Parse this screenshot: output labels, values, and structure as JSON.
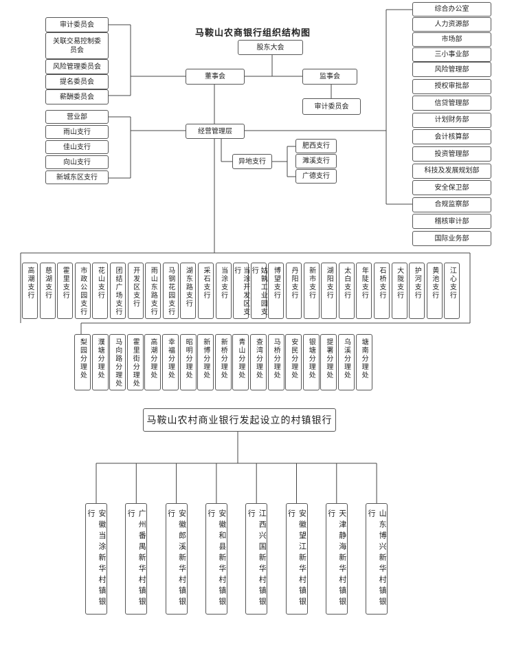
{
  "title": "马鞍山农商银行组织结构图",
  "gm_meeting": "股东大会",
  "board": "董事会",
  "supervisory": "监事会",
  "supervisory_committee": "审计委员会",
  "management": "经营管理层",
  "remote_branch": "异地支行",
  "remote_branches": [
    "肥西支行",
    "濉溪支行",
    "广德支行"
  ],
  "board_committees": [
    "审计委员会",
    "关联交易控制委员会",
    "风险管理委员会",
    "提名委员会",
    "薪酬委员会"
  ],
  "local_units": [
    "营业部",
    "雨山支行",
    "佳山支行",
    "向山支行",
    "新城东区支行"
  ],
  "departments": [
    "综合办公室",
    "人力资源部",
    "市场部",
    "三小事业部",
    "风险管理部",
    "授权审批部",
    "信贷管理部",
    "计划财务部",
    "会计核算部",
    "投资管理部",
    "科技及发展规划部",
    "安全保卫部",
    "合规监察部",
    "稽核审计部",
    "国际业务部"
  ],
  "sub_branches": [
    "高潮支行",
    "慈湖支行",
    "霍里支行",
    "市政公园支行",
    "花山支行",
    "团结广场支行",
    "开发区支行",
    "雨山东路支行",
    "马钢花园支行",
    "湖东路支行",
    "采石支行",
    "当涂支行",
    "当涂开发区支行",
    "姑孰工业园支行",
    "博望支行",
    "丹阳支行",
    "新市支行",
    "湖阳支行",
    "太白支行",
    "年陡支行",
    "石桥支行",
    "大陇支行",
    "护河支行",
    "黄池支行",
    "江心支行"
  ],
  "sub_offices": [
    "梨园分理处",
    "濮塘分理处",
    "马向路分理处",
    "霍里街分理处",
    "高潮分理处",
    "幸福分理处",
    "昭明分理处",
    "新博分理处",
    "新桥分理处",
    "青山分理处",
    "查湾分理处",
    "马桥分理处",
    "安民分理处",
    "银塘分理处",
    "提署分理处",
    "乌溪分理处",
    "塘南分理处"
  ],
  "village_title": "马鞍山农村商业银行发起设立的村镇银行",
  "village_banks": [
    "安徽当涂新华村镇银行",
    "广州番禺新华村镇银行",
    "安徽郎溪新华村镇银行",
    "安徽和县新华村镇银行",
    "江西兴国新华村镇银行",
    "安徽望江新华村镇银行",
    "天津静海新华村镇银行",
    "山东博兴新华村镇银行"
  ]
}
